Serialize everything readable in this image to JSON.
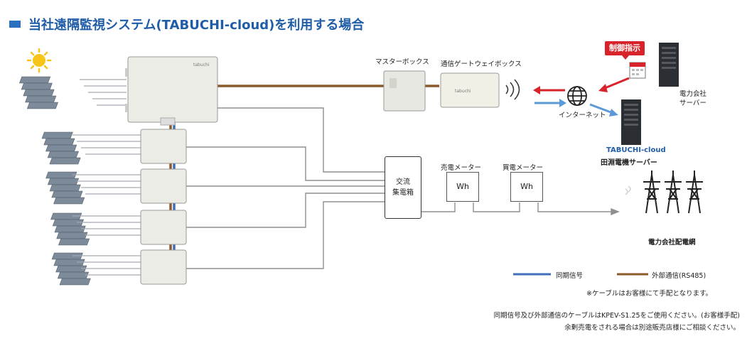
{
  "title": "当社遠隔監視システム(TABUCHI-cloud)を利用する場合",
  "labels": {
    "master_box": "マスターボックス",
    "gateway_box": "通信ゲートウェイボックス",
    "internet": "インターネット",
    "control_instruction": "制御指示",
    "utility_server_line1": "電力会社",
    "utility_server_line2": "サーバー",
    "tabuchi_cloud": "TABUCHI-cloud",
    "tabuchi_server": "田淵電機サーバー",
    "ac_collector_line1": "交流",
    "ac_collector_line2": "集電箱",
    "sell_meter": "売電メーター",
    "buy_meter": "買電メーター",
    "wh": "Wh",
    "grid": "電力会社配電網"
  },
  "legend": {
    "sync_signal": "同期信号",
    "external_comm": "外部通信(RS485)"
  },
  "notes": {
    "cable_note": "※ケーブルはお客様にて手配となります。",
    "footer_line1": "同期信号及び外部通信のケーブルはKPEV-S1.25をご使用ください。(お客様手配)",
    "footer_line2": "余剰売電をされる場合は別途販売店様にご相談ください。"
  },
  "colors": {
    "title": "#1f5da8",
    "sync_line": "#3f6fb8",
    "comm_line": "#8a5a2b",
    "power_line": "#888888",
    "arrow_red": "#d8232a",
    "arrow_blue": "#5b9ad6"
  }
}
